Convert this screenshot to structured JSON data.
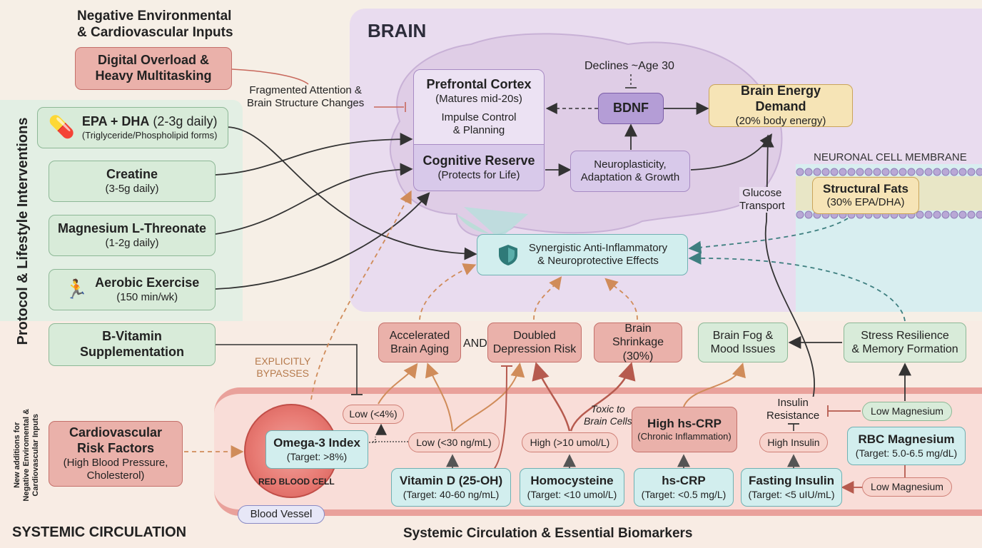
{
  "env": {
    "heading_line1": "Negative Environmental",
    "heading_line2": "& Cardiovascular Inputs",
    "digital_line1": "Digital Overload &",
    "digital_line2": "Heavy Multitasking",
    "fragmented_line1": "Fragmented Attention &",
    "fragmented_line2": "Brain Structure Changes"
  },
  "protocol": {
    "vertical_label": "Protocol & Lifestyle Interventions",
    "epa_title": "EPA + DHA",
    "epa_dose": " (2-3g daily)",
    "epa_sub": "(Triglyceride/Phospholipid forms)",
    "creatine_title": "Creatine",
    "creatine_sub": "(3-5g daily)",
    "mag_title": "Magnesium L-Threonate",
    "mag_sub": "(1-2g daily)",
    "aerobic_title": "Aerobic Exercise",
    "aerobic_sub": "(150 min/wk)",
    "bvit_line1": "B-Vitamin",
    "bvit_line2": "Supplementation"
  },
  "brain": {
    "title": "BRAIN",
    "pfc_title": "Prefrontal Cortex",
    "pfc_sub": "(Matures mid-20s)",
    "pfc_l1": "Impulse Control",
    "pfc_l2": "& Planning",
    "reserve_title": "Cognitive Reserve",
    "reserve_sub": "(Protects for Life)",
    "declines": "Declines ~Age 30",
    "bdnf": "BDNF",
    "energy_title": "Brain Energy Demand",
    "energy_sub": "(20% body energy)",
    "neuro_l1": "Neuroplasticity,",
    "neuro_l2": "Adaptation & Growth",
    "glucose_l1": "Glucose",
    "glucose_l2": "Transport",
    "membrane_label": "NEURONAL CELL MEMBRANE",
    "fats_title": "Structural Fats",
    "fats_sub": "(30% EPA/DHA)",
    "syn_l1": "Synergistic Anti-Inflammatory",
    "syn_l2": "& Neuroprotective Effects"
  },
  "effects": {
    "aging_l1": "Accelerated",
    "aging_l2": "Brain Aging",
    "and": "AND",
    "depression_l1": "Doubled",
    "depression_l2": "Depression Risk",
    "shrink_l1": "Brain",
    "shrink_l2": "Shrinkage (30%)",
    "fog_l1": "Brain Fog &",
    "fog_l2": "Mood Issues",
    "stress_l1": "Stress Resilience",
    "stress_l2": "& Memory Formation"
  },
  "circulation": {
    "explicitly_l1": "EXPLICITLY",
    "explicitly_l2": "BYPASSES",
    "side_l1": "New additions for",
    "side_l2": "Negative Enviromental &",
    "side_l3": "Cardiovascular Inputs",
    "cardio_l1": "Cardiovascular",
    "cardio_l2": "Risk Factors",
    "cardio_l3": "(High Blood Pressure,",
    "cardio_l4": "Cholesterol)",
    "rbc_label": "RED BLOOD CELL",
    "vessel_label": "Blood Vessel",
    "systemic_left": "SYSTEMIC CIRCULATION",
    "systemic_bottom": "Systemic Circulation & Essential Biomarkers",
    "low4": "Low (<4%)",
    "omega_title": "Omega-3 Index",
    "omega_sub": "(Target: >8%)",
    "low30": "Low (<30 ng/mL)",
    "vitd_title": "Vitamin D (25-OH)",
    "vitd_sub": "(Target: 40-60 ng/mL)",
    "high10": "High (>10 umol/L)",
    "toxic_l1": "Toxic to",
    "toxic_l2": "Brain Cells",
    "homo_title": "Homocysteine",
    "homo_sub": "(Target: <10 umol/L)",
    "hscrp_high_title": "High hs-CRP",
    "hscrp_high_sub": "(Chronic Inflammation)",
    "hscrp_title": "hs-CRP",
    "hscrp_sub": "(Target: <0.5 mg/L)",
    "insres_l1": "Insulin",
    "insres_l2": "Resistance",
    "highins": "High Insulin",
    "fasting_title": "Fasting Insulin",
    "fasting_sub": "(Target: <5 uIU/mL)",
    "lowmag1": "Low Magnesium",
    "rbcmag_title": "RBC Magnesium",
    "rbcmag_sub": "(Target: 5.0-6.5 mg/dL)",
    "lowmag2": "Low Magnesium"
  },
  "colors": {
    "brain_bg": "#e9dcef",
    "protocol_bg": "#e3efe4",
    "circ_bg": "#f9ddd8",
    "vessel": "#e58f8a",
    "membrane": "#d6eef0"
  }
}
